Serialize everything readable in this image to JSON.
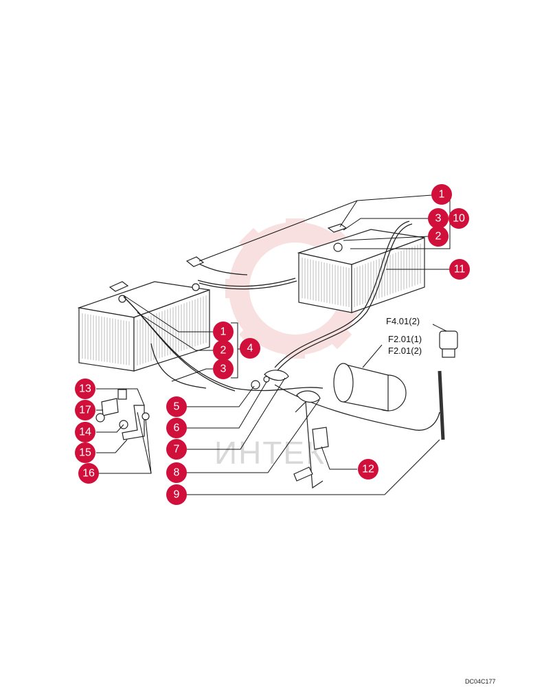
{
  "diagram": {
    "callouts": [
      {
        "id": "c1a",
        "label": "1"
      },
      {
        "id": "c3a",
        "label": "3"
      },
      {
        "id": "c10",
        "label": "10"
      },
      {
        "id": "c2a",
        "label": "2"
      },
      {
        "id": "c11",
        "label": "11"
      },
      {
        "id": "c1b",
        "label": "1"
      },
      {
        "id": "c2b",
        "label": "2"
      },
      {
        "id": "c3b",
        "label": "3"
      },
      {
        "id": "c4",
        "label": "4"
      },
      {
        "id": "c13",
        "label": "13"
      },
      {
        "id": "c17",
        "label": "17"
      },
      {
        "id": "c14",
        "label": "14"
      },
      {
        "id": "c15",
        "label": "15"
      },
      {
        "id": "c16",
        "label": "16"
      },
      {
        "id": "c5",
        "label": "5"
      },
      {
        "id": "c6",
        "label": "6"
      },
      {
        "id": "c7",
        "label": "7"
      },
      {
        "id": "c8",
        "label": "8"
      },
      {
        "id": "c9",
        "label": "9"
      },
      {
        "id": "c12",
        "label": "12"
      }
    ],
    "references": {
      "f4": "F4.01(2)",
      "f2a": "F2.01(1)",
      "f2b": "F2.01(2)"
    },
    "watermark": "ИНТЕК",
    "drawing_code": "DC04C177",
    "colors": {
      "callout": "#d0103a",
      "watermark": "#f4c8c8"
    }
  }
}
